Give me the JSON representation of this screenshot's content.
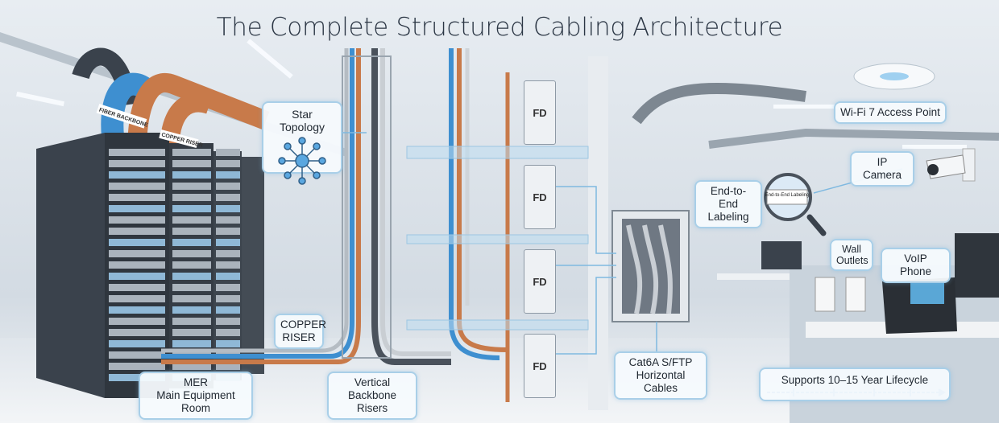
{
  "title": "The Complete Structured Cabling Architecture",
  "callouts": {
    "star_topology": "Star Topology",
    "copper_riser": "COPPER RISER",
    "mer_line1": "MER",
    "mer_line2": "Main Equipment Room",
    "vertical_line1": "Vertical",
    "vertical_line2": "Backbone Risers",
    "cat6a_line1": "Cat6A S/FTP",
    "cat6a_line2": "Horizontal Cables",
    "labeling_line1": "End-to-End",
    "labeling_line2": "Labeling",
    "wifi": "Wi-Fi 7 Access Point",
    "ip_camera": "IP Camera",
    "wall_line1": "Wall",
    "wall_line2": "Outlets",
    "voip": "VoIP Phone",
    "lifecycle": "Supports 10–15 Year Lifecycle"
  },
  "cable_labels": {
    "fiber_backbone": "FIBER BACKBONE",
    "copper_riser": "COPPER RISER",
    "magnifier_tag": "End-to-End Labeling"
  },
  "floor_distributors": [
    "FD",
    "FD",
    "FD",
    "FD"
  ],
  "colors": {
    "fiber": "#3e8fd0",
    "copper": "#c87a4a",
    "accent": "#a9cfe8",
    "dark": "#3a424c"
  }
}
